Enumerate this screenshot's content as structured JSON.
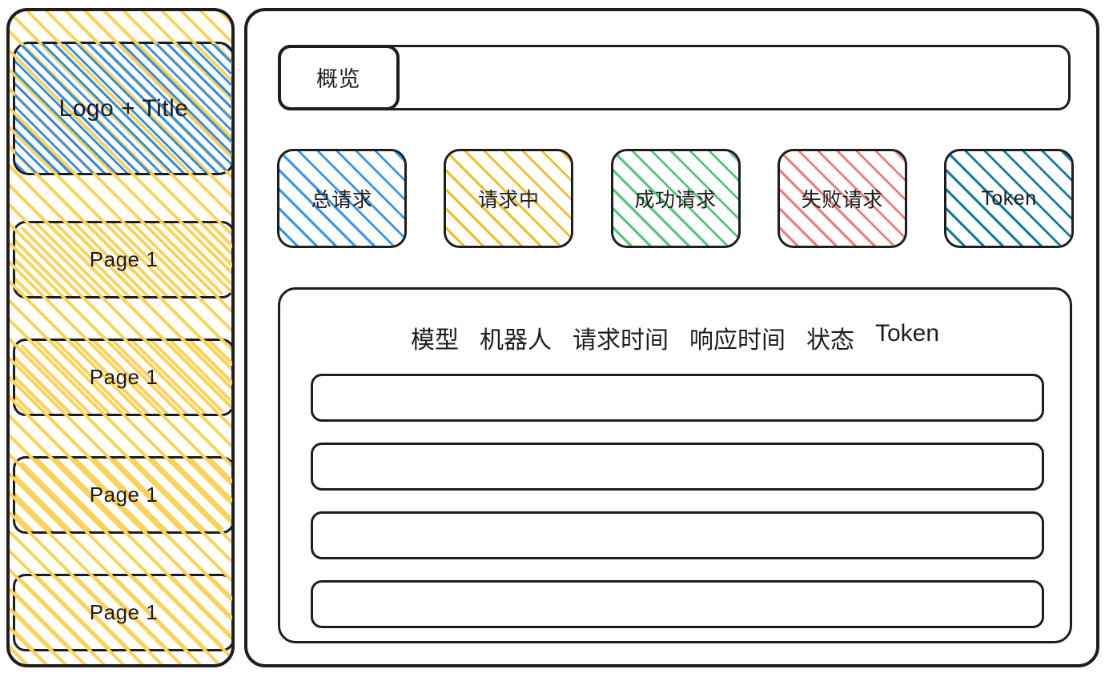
{
  "sidebar": {
    "logo": {
      "label": "Logo + Title"
    },
    "items": [
      {
        "label": "Page 1"
      },
      {
        "label": "Page 1"
      },
      {
        "label": "Page 1"
      },
      {
        "label": "Page 1"
      }
    ]
  },
  "main": {
    "tabs": [
      {
        "label": "概览"
      }
    ],
    "stats": [
      {
        "label": "总请求",
        "accent": "#3896e6"
      },
      {
        "label": "请求中",
        "accent": "#f0bd28"
      },
      {
        "label": "成功请求",
        "accent": "#57c47d"
      },
      {
        "label": "失败请求",
        "accent": "#ea7e7c"
      },
      {
        "label": "Token",
        "accent": "#147ca0"
      }
    ],
    "table": {
      "columns": [
        "模型",
        "机器人",
        "请求时间",
        "响应时间",
        "状态",
        "Token"
      ],
      "rows": [
        {
          "cells": [
            "",
            "",
            "",
            "",
            "",
            ""
          ]
        },
        {
          "cells": [
            "",
            "",
            "",
            "",
            "",
            ""
          ]
        },
        {
          "cells": [
            "",
            "",
            "",
            "",
            "",
            ""
          ]
        },
        {
          "cells": [
            "",
            "",
            "",
            "",
            "",
            ""
          ]
        }
      ]
    }
  },
  "colors": {
    "stroke": "#1e1e1e",
    "sidebar_hatch": "#fad35c",
    "logo_hatch": "#368ce0",
    "page_hatch": "#2bb062",
    "background": "#ffffff"
  }
}
